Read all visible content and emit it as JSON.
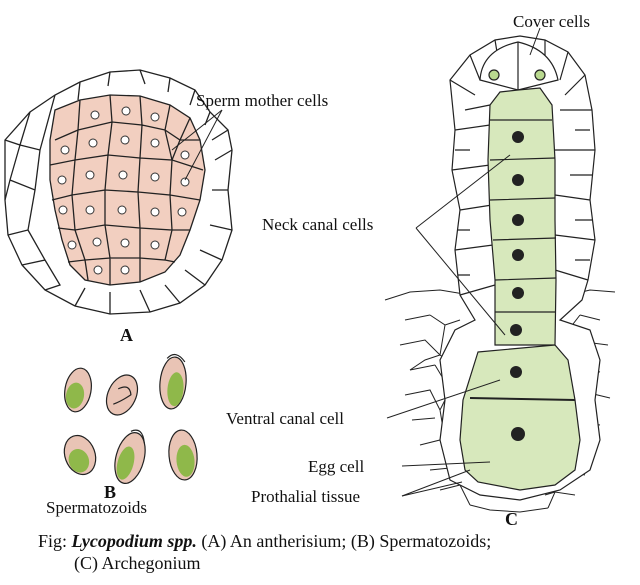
{
  "labels": {
    "sperm_mother_cells": "Sperm mother cells",
    "cover_cells": "Cover cells",
    "neck_canal_cells": "Neck canal cells",
    "ventral_canal_cell": "Ventral canal cell",
    "egg_cell": "Egg cell",
    "prothalial_tissue": "Prothalial tissue",
    "spermatozoids": "Spermatozoids"
  },
  "panel_letters": {
    "a": "A",
    "b": "B",
    "c": "C"
  },
  "caption": {
    "prefix": "Fig: ",
    "species": "Lycopodium spp.",
    "line1_rest": " (A) An antherisium; (B) Spermatozoids;",
    "line2": "(C) Archegonium"
  },
  "colors": {
    "antheridium_fill": "#f2cfc0",
    "archegonium_fill": "#d7e8bc",
    "spermatozoid_fill": "#e9c4b5",
    "spermatozoid_green": "#8fb84a",
    "outline": "#222222"
  }
}
